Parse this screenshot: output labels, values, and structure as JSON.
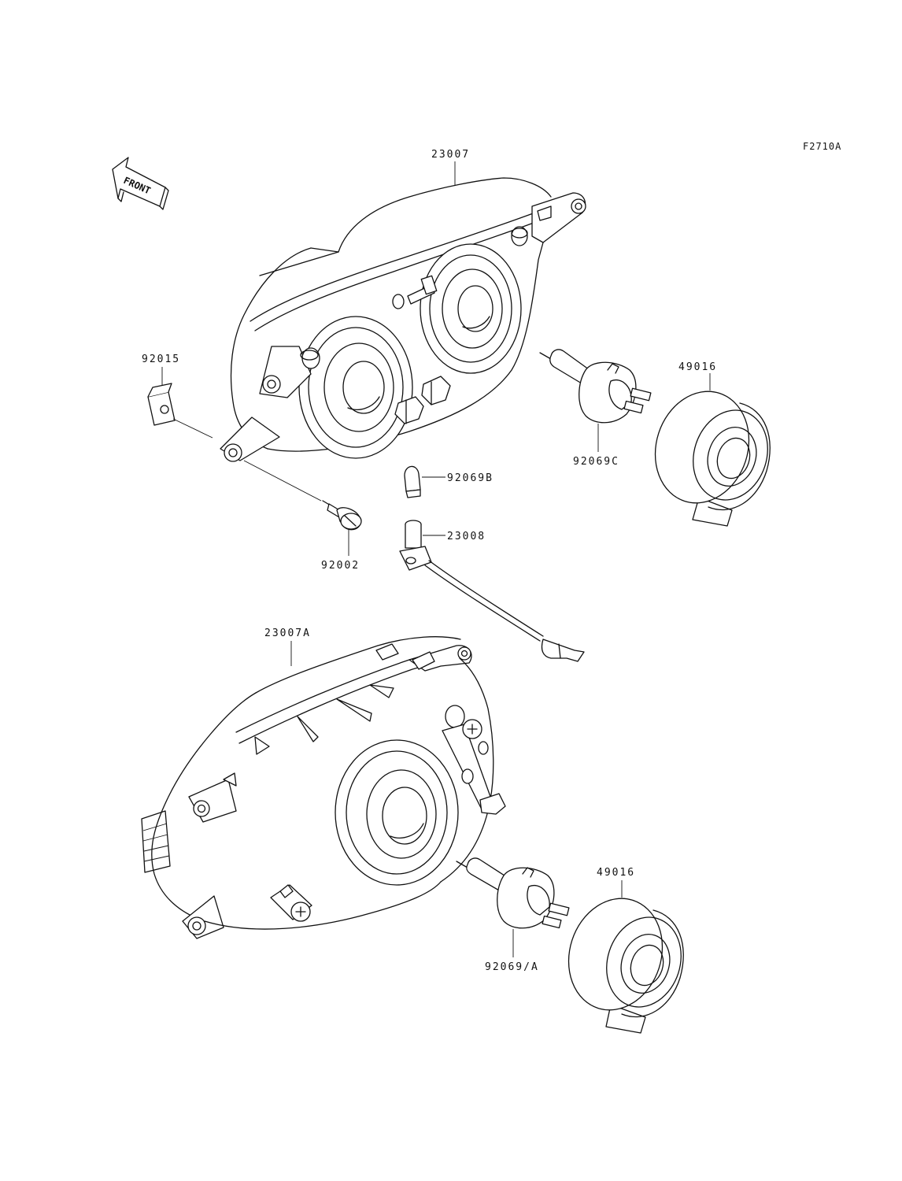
{
  "figure_code": "F2710A",
  "front_label": "FRONT",
  "parts": {
    "housing_upper": "23007",
    "housing_lower": "23007A",
    "nut_clip": "92015",
    "bolt": "92002",
    "bulb_upper": "92069C",
    "bulb_small": "92069B",
    "bulb_lower": "92069/A",
    "socket": "23008",
    "boot_upper": "49016",
    "boot_lower": "49016"
  },
  "colors": {
    "line": "#111111",
    "background": "#ffffff"
  }
}
